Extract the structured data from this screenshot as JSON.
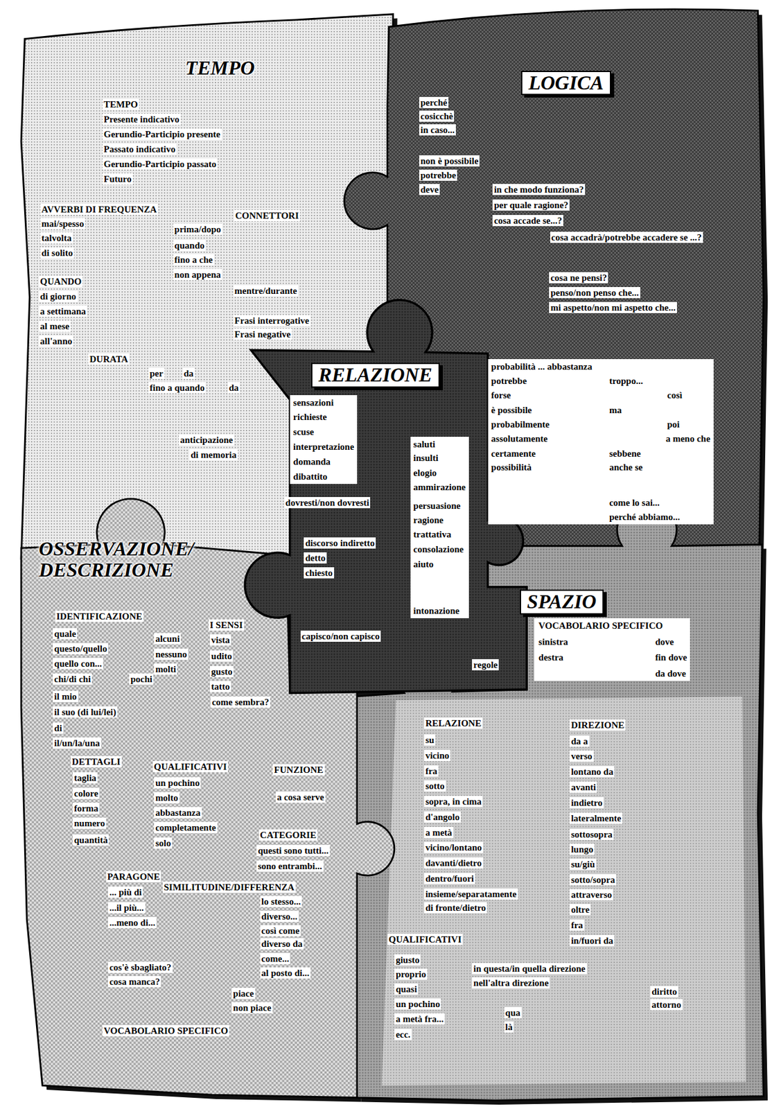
{
  "diagram": {
    "nodes": [
      {
        "text": [
          "TEMPO"
        ]
      },
      {
        "text": [
          "TEMPO",
          "Presente indicativo",
          "Gerundio-Participio presente",
          "Passato indicativo",
          "Gerundio-Participio passato",
          "Futuro"
        ],
        "in": 0
      },
      {
        "text": [
          "AVVERBI DI FREQUENZA",
          "mai/spesso",
          "talvolta",
          "di solito"
        ],
        "in": 0
      },
      {
        "text": [
          "CONNETTORI",
          "prima/dopo",
          "quando",
          "fino a che",
          "non appena",
          "mentre/durante",
          "Frasi interrogative",
          "Frasi negative"
        ],
        "in": 0
      },
      {
        "text": [
          "QUANDO",
          "di giorno",
          "a settimana",
          "al mese",
          "all'anno"
        ],
        "in": 0
      },
      {
        "text": [
          "DURATA",
          "per",
          "da",
          "fino a quando",
          "da"
        ],
        "in": 0
      },
      {
        "text": [
          "anticipazione",
          "di memoria"
        ],
        "in": 0
      },
      {
        "text": [
          "LOGICA"
        ]
      },
      {
        "text": [
          "perché",
          "cosicchè",
          "in caso...",
          "non è possibile",
          "potrebbe",
          "deve"
        ],
        "in": 7
      },
      {
        "text": [
          "in che modo funziona?",
          "per quale ragione?",
          "cosa accade se...?",
          "cosa accadrà/potrebbe accadere se ...?"
        ],
        "in": 7
      },
      {
        "text": [
          "cosa ne pensi?",
          "penso/non penso che...",
          "mi aspetto/non mi aspetto che..."
        ],
        "in": 7
      },
      {
        "text": [
          "probabilità ... abbastanza",
          "potrebbe",
          "forse",
          "è possibile",
          "probabilmente",
          "assolutamente",
          "certamente",
          "possibilità",
          "troppo...",
          "così",
          "ma",
          "poi",
          "a meno che",
          "sebbene",
          "anche se",
          "come lo sai...",
          "perché abbiamo..."
        ],
        "in": 7
      },
      {
        "text": [
          "RELAZIONE"
        ]
      },
      {
        "text": [
          "sensazioni",
          "richieste",
          "scuse",
          "interpretazione",
          "domanda",
          "dibattito"
        ],
        "in": 12
      },
      {
        "text": [
          "saluti",
          "insulti",
          "elogio",
          "ammirazione",
          "persuasione",
          "ragione",
          "trattativa",
          "consolazione",
          "aiuto",
          "intonazione"
        ],
        "in": 12
      },
      {
        "text": [
          "dovresti/non dovresti"
        ],
        "in": 12
      },
      {
        "text": [
          "discorso indiretto",
          "detto",
          "chiesto"
        ],
        "in": 12
      },
      {
        "text": [
          "capisco/non capisco"
        ],
        "in": 12
      },
      {
        "text": [
          "regole"
        ],
        "in": 12
      },
      {
        "text": [
          "OSSERVAZIONE/ DESCRIZIONE"
        ]
      },
      {
        "text": [
          "IDENTIFICAZIONE",
          "quale",
          "questo/quello",
          "quello con...",
          "chi/di chi",
          "pochi",
          "il mio",
          "il suo (di lui/lei)",
          "di",
          "il/un/la/una"
        ],
        "in": 19
      },
      {
        "text": [
          "alcuni",
          "nessuno",
          "molti"
        ],
        "in": 19
      },
      {
        "text": [
          "I SENSI",
          "vista",
          "udito",
          "gusto",
          "tatto",
          "come sembra?"
        ],
        "in": 19
      },
      {
        "text": [
          "DETTAGLI",
          "taglia",
          "colore",
          "forma",
          "numero",
          "quantità"
        ],
        "in": 19
      },
      {
        "text": [
          "QUALIFICATIVI",
          "un pochino",
          "molto",
          "abbastanza",
          "completamente",
          "solo"
        ],
        "in": 19
      },
      {
        "text": [
          "FUNZIONE",
          "a cosa serve"
        ],
        "in": 19
      },
      {
        "text": [
          "CATEGORIE",
          "questi sono tutti...",
          "sono entrambi..."
        ],
        "in": 19
      },
      {
        "text": [
          "PARAGONE",
          "... più di",
          "...il più...",
          "...meno di..."
        ],
        "in": 19
      },
      {
        "text": [
          "SIMILITUDINE/DIFFERENZA",
          "lo stesso...",
          "diverso...",
          "così come",
          "diverso da",
          "come...",
          "al posto di..."
        ],
        "in": 19
      },
      {
        "text": [
          "cos'è sbagliato?",
          "cosa manca?"
        ],
        "in": 19
      },
      {
        "text": [
          "piace",
          "non piace"
        ],
        "in": 19
      },
      {
        "text": [
          "VOCABOLARIO SPECIFICO"
        ],
        "in": 19
      },
      {
        "text": [
          "SPAZIO"
        ]
      },
      {
        "text": [
          "VOCABOLARIO SPECIFICO",
          "sinistra",
          "destra",
          "dove",
          "fin dove",
          "da dove"
        ],
        "in": 32
      },
      {
        "text": [
          "RELAZIONE",
          "su",
          "vicino",
          "fra",
          "sotto",
          "sopra, in cima",
          "d'angolo",
          "a metà",
          "vicino/lontano",
          "davanti/dietro",
          "dentro/fuori",
          "insieme/separatamente",
          "di fronte/dietro"
        ],
        "in": 32
      },
      {
        "text": [
          "DIREZIONE",
          "da a",
          "verso",
          "lontano da",
          "avanti",
          "indietro",
          "lateralmente",
          "sottosopra",
          "lungo",
          "su/giù",
          "sotto/sopra",
          "attraverso",
          "oltre",
          "fra",
          "in/fuori da"
        ],
        "in": 32
      },
      {
        "text": [
          "QUALIFICATIVI",
          "giusto",
          "proprio",
          "quasi",
          "un pochino",
          "a metà fra...",
          "ecc."
        ],
        "in": 32
      },
      {
        "text": [
          "in questa/in quella direzione",
          "nell'altra direzione"
        ],
        "in": 32
      },
      {
        "text": [
          "qua",
          "là"
        ],
        "in": 32
      },
      {
        "text": [
          "diritto",
          "attorno"
        ],
        "in": 32
      }
    ]
  }
}
